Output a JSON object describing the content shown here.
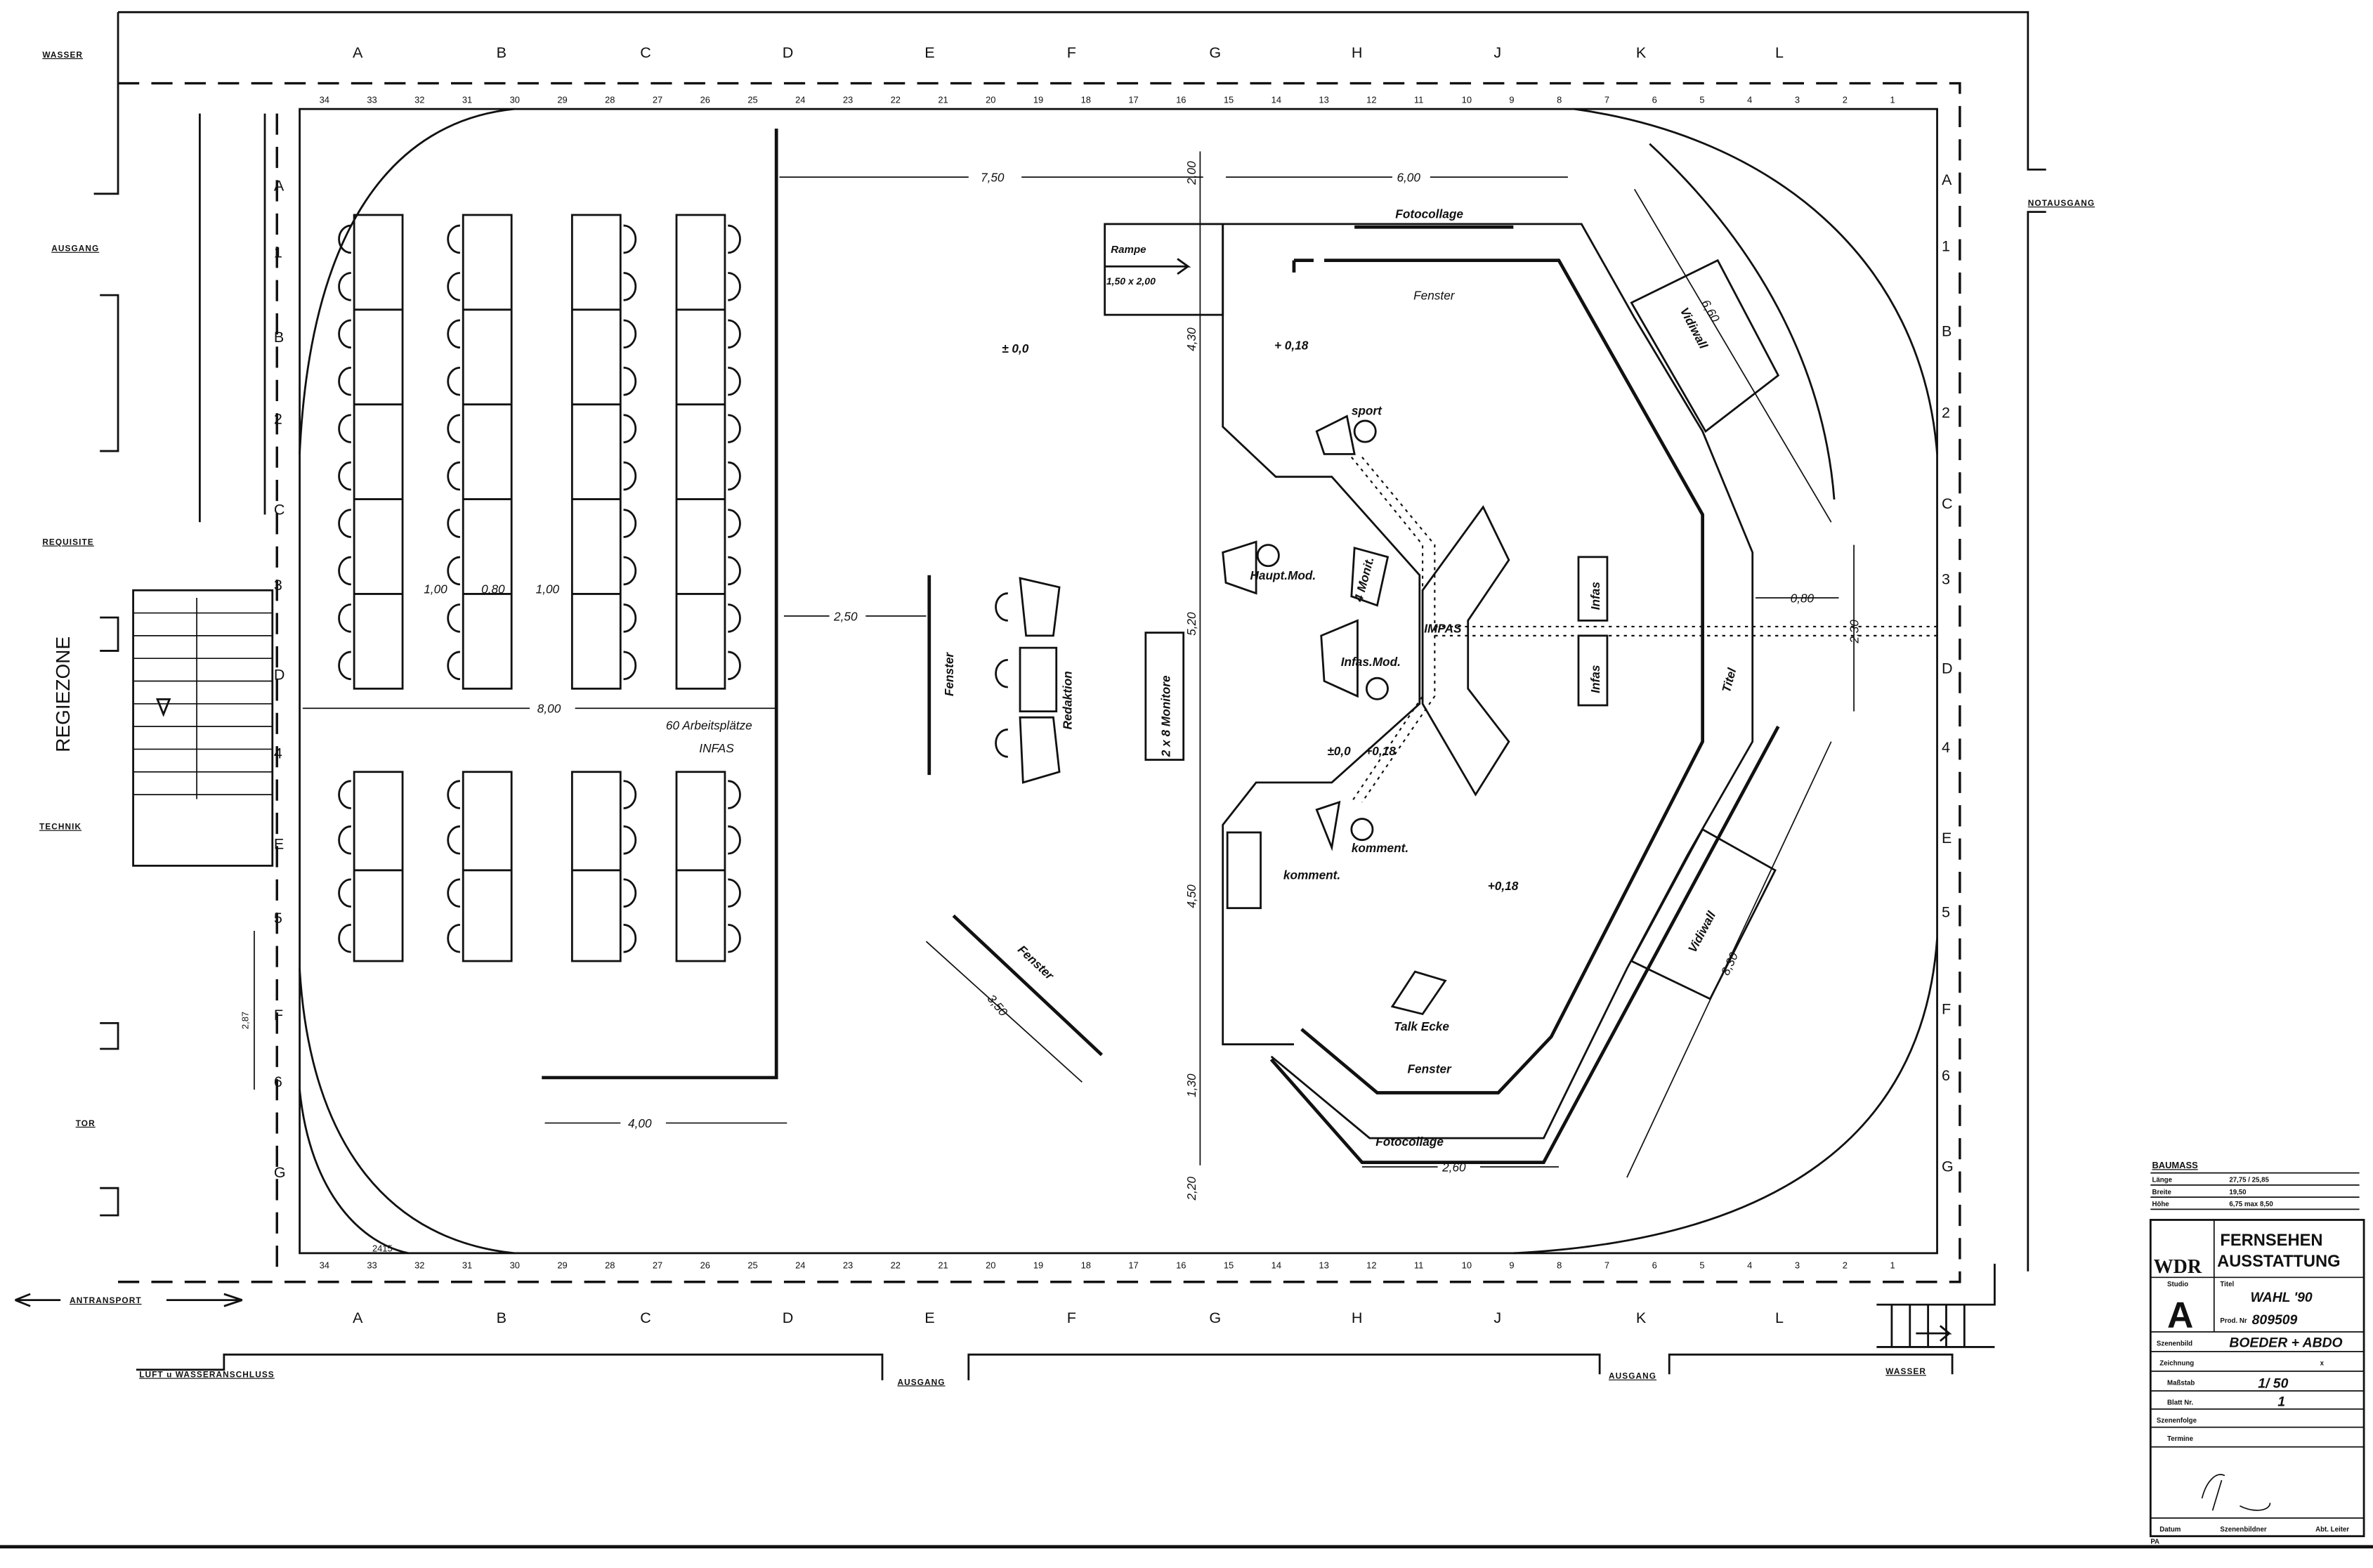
{
  "grid": {
    "letters_x": [
      "A",
      "B",
      "C",
      "D",
      "E",
      "F",
      "G",
      "H",
      "J",
      "K",
      "L"
    ],
    "numbers_x": [
      "34",
      "33",
      "32",
      "31",
      "30",
      "29",
      "28",
      "27",
      "26",
      "25",
      "24",
      "23",
      "22",
      "21",
      "20",
      "19",
      "18",
      "17",
      "16",
      "15",
      "14",
      "13",
      "12",
      "11",
      "10",
      "9",
      "8",
      "7",
      "6",
      "5",
      "4",
      "3",
      "2",
      "1"
    ],
    "side_marks": [
      "A",
      "1",
      "B",
      "2",
      "C",
      "3",
      "D",
      "4",
      "E",
      "5",
      "F",
      "6",
      "G"
    ]
  },
  "side_labels": {
    "wasser_top": "WASSER",
    "ausgang_left": "AUSGANG",
    "requisite": "REQUISITE",
    "regiezone": "REGIEZONE",
    "technik": "TECHNIK",
    "tor": "TOR",
    "antransport": "ANTRANSPORT",
    "luft_wasser": "LUFT u WASSERANSCHLUSS",
    "ausgang_bottom_1": "AUSGANG",
    "ausgang_bottom_2": "AUSGANG",
    "wasser_bottom": "WASSER",
    "notausgang": "NOTAUSGANG"
  },
  "dimensions": {
    "d750": "7,50",
    "d200": "2,00",
    "d600": "6,00",
    "d660": "6,60",
    "d430": "4,30",
    "d520": "5,20",
    "d450": "4,50",
    "d130": "1,30",
    "d220": "2,20",
    "d260": "2,60",
    "d830": "8,30",
    "d080_right": "0,80",
    "d230": "2,30",
    "d100a": "1,00",
    "d080": "0,80",
    "d100b": "1,00",
    "d800": "8,00",
    "d250": "2,50",
    "d400": "4,00",
    "d350": "3,50",
    "d287": "2,87",
    "d2415": "2415"
  },
  "labels": {
    "rampe": "Rampe",
    "rampe_size": "1,50 x 2,00",
    "fotocollage_top": "Fotocollage",
    "fenster_top": "Fenster",
    "level_0": "± 0,0",
    "level_018_a": "+ 0,18",
    "sport": "sport",
    "haupt_mod": "Haupt.Mod.",
    "monit": "4 Monit.",
    "infas_mod": "Infas.Mod.",
    "impas": "IMPAS",
    "infas_1": "Infas",
    "infas_2": "Infas",
    "titel": "Titel",
    "vidiwall_1": "Vidiwall",
    "vidiwall_2": "Vidiwall",
    "monitore": "2 x 8 Monitore",
    "level_00": "±0,0",
    "level_018_b": "+0,18",
    "komment_1": "komment.",
    "komment_2": "komment.",
    "level_018_c": "+0,18",
    "talk_ecke": "Talk Ecke",
    "fenster_bottom": "Fenster",
    "fotocollage_bottom": "Fotocollage",
    "arbeitsplaetze": "60 Arbeitsplätze",
    "infas_area": "INFAS",
    "fenster_redaktion": "Fenster",
    "redaktion": "Redaktion",
    "fenster_diag": "Fenster"
  },
  "baumass": {
    "title": "BAUMASS",
    "rows": [
      {
        "label": "Länge",
        "value": "27,75 / 25,85"
      },
      {
        "label": "Breite",
        "value": "19,50"
      },
      {
        "label": "Höhe",
        "value": "6,75 max 8,50"
      }
    ]
  },
  "title_block": {
    "logo": "WDR",
    "dept_line1": "FERNSEHEN",
    "dept_line2": "AUSSTATTUNG",
    "studio_label": "Studio",
    "studio": "A",
    "titel_label": "Titel",
    "titel": "WAHL '90",
    "prod_label": "Prod. Nr",
    "prod_nr": "809509",
    "szenenbild_label": "Szenenbild",
    "szenenbild": "BOEDER + ABDO",
    "zeichnung_label": "Zeichnung",
    "zeichnung": "x",
    "massstab_label": "Maßstab",
    "massstab": "1/ 50",
    "blatt_label": "Blatt Nr.",
    "blatt": "1",
    "szenenfolge_label": "Szenenfolge",
    "termine_label": "Termine",
    "datum_label": "Datum",
    "szenenbildner_label": "Szenenbildner",
    "abt_leiter_label": "Abt. Leiter",
    "footer": "PA"
  }
}
